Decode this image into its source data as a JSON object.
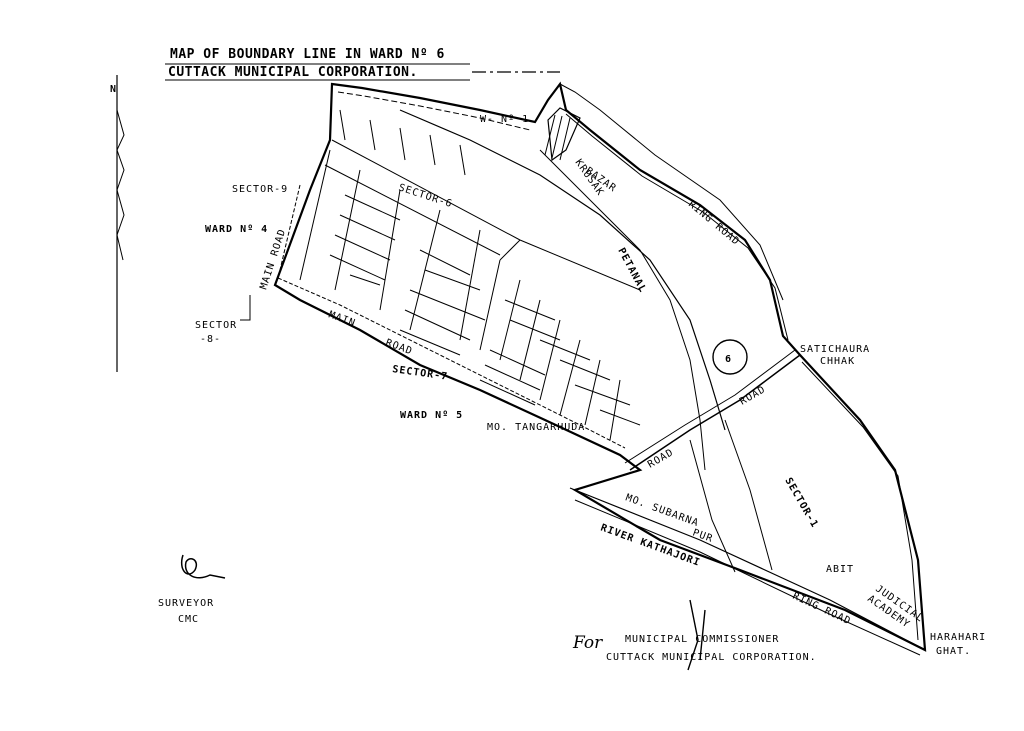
{
  "title": {
    "line1": "MAP OF BOUNDARY LINE IN WARD Nº 6",
    "line2": "CUTTACK MUNICIPAL CORPORATION."
  },
  "north_label": "N",
  "labels": {
    "w_no1": "W- Nº 1",
    "krusak": "KRUSAK",
    "bazar": "BAZAR",
    "sector9": "SECTOR-9",
    "ward4": "WARD Nº 4",
    "sector6": "SECTOR-6",
    "main_road_vertical": "MAIN ROAD",
    "sector8_a": "SECTOR",
    "sector8_b": "-8-",
    "main_road": "MAIN",
    "main_road_b": "ROAD",
    "sector7": "SECTOR-7",
    "ward5": "WARD Nº 5",
    "tangarhuda": "MO. TANGARHUDA",
    "petanal": "PETANAL",
    "ring_road_top": "RING ROAD",
    "circle_number": "6",
    "satichaura_a": "SATICHAURA",
    "satichaura_b": "CHHAK",
    "road_right": "ROAD",
    "road_lower": "ROAD",
    "sector1": "SECTOR-1",
    "subarna_a": "MO. SUBARNA",
    "subarna_b": "PUR",
    "river": "RIVER KATHAJORI",
    "abit": "ABIT",
    "judicial_a": "JUDICIAL",
    "judicial_b": "ACADEMY",
    "ring_road_bottom": "RING ROAD",
    "harahari_a": "HARAHARI",
    "harahari_b": "GHAT."
  },
  "surveyor": {
    "line1": "SURVEYOR",
    "line2": "CMC"
  },
  "commissioner": {
    "prefix": "For",
    "line1": "MUNICIPAL COMMISSIONER",
    "line2": "CUTTACK MUNICIPAL CORPORATION."
  }
}
